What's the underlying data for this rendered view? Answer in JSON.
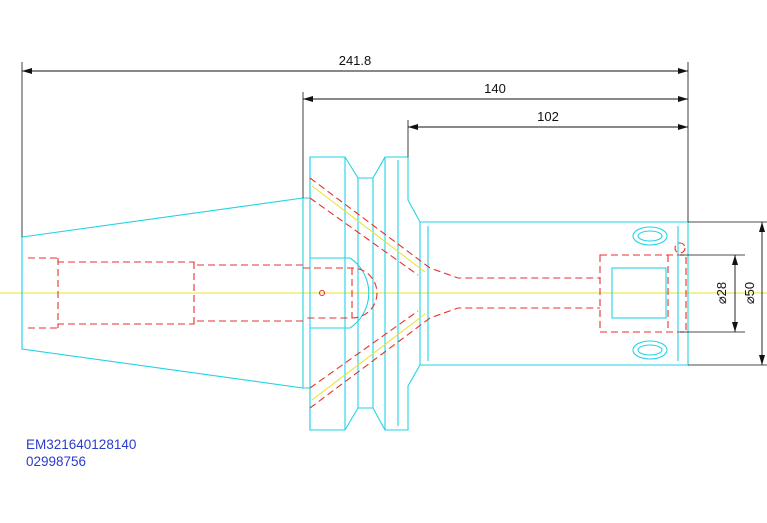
{
  "dimensions": {
    "overall_length": "241.8",
    "flange_to_end": "140",
    "body_length": "102",
    "bore_diameter": "⌀28",
    "outer_diameter": "⌀50"
  },
  "codes": {
    "part_number": "EM321640128140",
    "article_number": "02998756"
  },
  "colors": {
    "outline": "#22d3e6",
    "hidden_lines": "#e8302f",
    "centerline": "#e8e02a",
    "dimensions": "#111111",
    "code_text": "#2b3bcc"
  }
}
